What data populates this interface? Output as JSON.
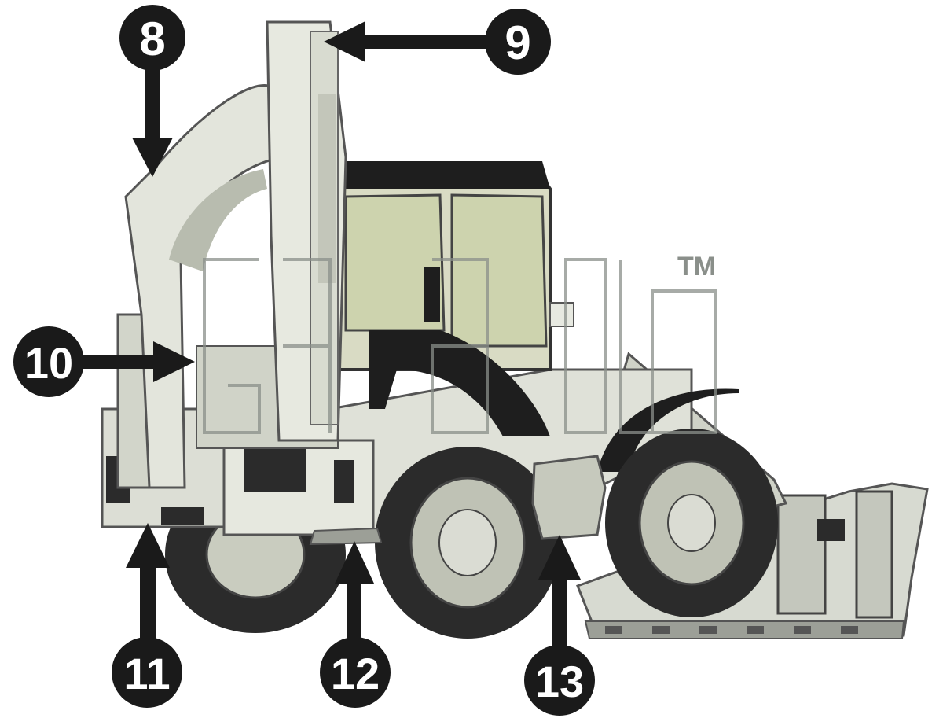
{
  "watermark": {
    "mark": "TM"
  },
  "callouts": [
    {
      "id": "8",
      "label": "8",
      "part": "boom"
    },
    {
      "id": "9",
      "label": "9",
      "part": "dipper-arm"
    },
    {
      "id": "10",
      "label": "10",
      "part": "stabilizer-leg"
    },
    {
      "id": "11",
      "label": "11",
      "part": "rear-frame"
    },
    {
      "id": "12",
      "label": "12",
      "part": "chassis-step"
    },
    {
      "id": "13",
      "label": "13",
      "part": "toolbox"
    }
  ],
  "colors": {
    "callout": "#1a1a1a",
    "body": "#e4e6dc",
    "body_shade": "#c9ccbf",
    "tire": "#2b2b2b",
    "glass": "#d6dbb8",
    "watermark": "#8a8f8a"
  }
}
